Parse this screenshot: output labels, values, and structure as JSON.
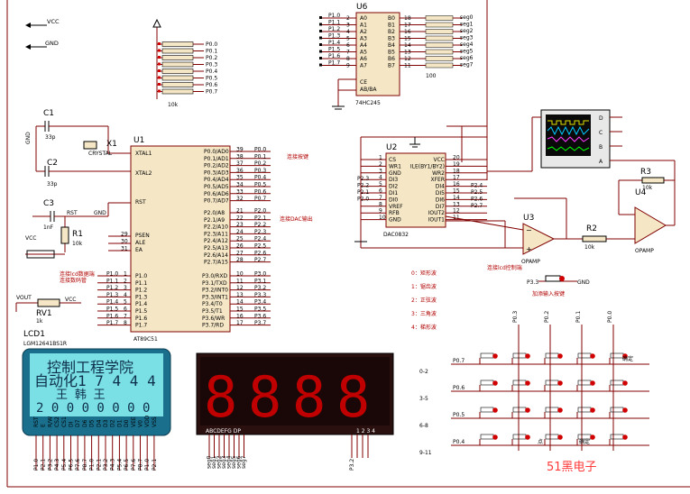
{
  "power": {
    "vcc": "VCC",
    "gnd": "GND"
  },
  "u6": {
    "ref": "U6",
    "part": "74HC245",
    "in_pins": [
      "P1.0",
      "P1.1",
      "P1.2",
      "P1.3",
      "P1.4",
      "P1.5",
      "P1.6",
      "P1.7"
    ],
    "a_labels": [
      "A0",
      "A1",
      "A2",
      "A3",
      "A4",
      "A5",
      "A6",
      "A7"
    ],
    "b_labels": [
      "B0",
      "B1",
      "B2",
      "B3",
      "B4",
      "B5",
      "B6",
      "B7"
    ],
    "ce": "CE",
    "ab": "AB/BA",
    "out_label": "seg",
    "res": "100"
  },
  "respack": {
    "pins": [
      "P0.0",
      "P0.1",
      "P0.2",
      "P0.3",
      "P0.4",
      "P0.5",
      "P0.6",
      "P0.7"
    ],
    "value": "10k"
  },
  "u1": {
    "ref": "U1",
    "part": "AT89C51",
    "xtal1": "XTAL1",
    "xtal2": "XTAL2",
    "rst": "RST",
    "psen": "PSEN",
    "ale": "ALE",
    "ea": "EA",
    "p0": [
      "P0.0/AD0",
      "P0.1/AD1",
      "P0.2/AD2",
      "P0.3/AD3",
      "P0.4/AD4",
      "P0.5/AD5",
      "P0.6/AD6",
      "P0.7/AD7"
    ],
    "p2": [
      "P2.0/A8",
      "P2.1/A9",
      "P2.2/A10",
      "P2.3/A11",
      "P2.4/A12",
      "P2.5/A13",
      "P2.6/A14",
      "P2.7/A15"
    ],
    "p1": [
      "P1.0",
      "P1.1",
      "P1.2",
      "P1.3",
      "P1.4",
      "P1.5",
      "P1.6",
      "P1.7"
    ],
    "p3": [
      "P3.0/RXD",
      "P3.1/TXD",
      "P3.2/INT0",
      "P3.3/INT1",
      "P3.4/T0",
      "P3.5/T1",
      "P3.6/WR",
      "P3.7/RD"
    ],
    "p0_nets": [
      "P0.0",
      "P0.1",
      "P0.2",
      "P0.3",
      "P0.4",
      "P0.5",
      "P0.6",
      "P0.7"
    ],
    "p2_nets": [
      "P2.0",
      "P2.1",
      "P2.2",
      "P2.3",
      "P2.4",
      "P2.5",
      "P2.6",
      "P2.7"
    ],
    "p3_nets": [
      "P3.0",
      "P3.1",
      "P3.2",
      "P3.3",
      "P3.4",
      "P3.5",
      "P3.6",
      "P3.7"
    ]
  },
  "notes": {
    "keys": "连接按键",
    "dac": "连接DAC输出",
    "lcd_data": "连接lcd数据端",
    "lcd_ctrl": "连接数码管",
    "lcd_ctl2": "连接lcd控制端",
    "add_key": "加添输入按键"
  },
  "x1": {
    "ref": "X1",
    "label": "CRYSTAL"
  },
  "c1": {
    "ref": "C1",
    "value": "33p"
  },
  "c2": {
    "ref": "C2",
    "value": "33p"
  },
  "c3": {
    "ref": "C3",
    "value": "1nF"
  },
  "r1": {
    "ref": "R1",
    "value": "10k"
  },
  "rv1": {
    "ref": "RV1",
    "value": "1k",
    "vout": "VOUT"
  },
  "u2": {
    "ref": "U2",
    "part": "DAC0832",
    "left": [
      "CS",
      "WR1",
      "GND",
      "DI3",
      "DI2",
      "DI1",
      "DI0",
      "VREF",
      "RFB",
      "GND"
    ],
    "right": [
      "VCC",
      "ILE(BY1/BY2)",
      "WR2",
      "XFER",
      "DI4",
      "DI5",
      "DI6",
      "DI7",
      "IOUT2",
      "IOUT1"
    ]
  },
  "u3": {
    "ref": "U3",
    "part": "OPAMP"
  },
  "u4": {
    "ref": "U4",
    "part": "OPAMP"
  },
  "r2": {
    "ref": "R2",
    "value": "10k"
  },
  "r3": {
    "ref": "R3",
    "value": "10k"
  },
  "scope": {
    "ch": [
      "A",
      "B",
      "C",
      "D"
    ]
  },
  "waves": {
    "items": [
      "0：矩形波",
      "1：锯齿波",
      "2：正弦波",
      "3：三角波",
      "4：梯形波"
    ],
    "ranges": [
      "0-2",
      "3-5",
      "6-8",
      "9-11"
    ]
  },
  "lcd": {
    "ref": "LCD1",
    "part": "LGM12641BS1R",
    "line1": "控制工程学院",
    "line2": "自动化1 7 4 4 4",
    "line3": "王 韩 王",
    "line4": "2 0 0 0 0 0 0 0"
  },
  "segdisp": {
    "digits": [
      "8",
      "8",
      "8",
      "8"
    ],
    "bottom_left": "ABCDEFG DP",
    "bottom_right": "1 2 3 4"
  },
  "keypad": {
    "rows": [
      "P0.7",
      "P0.6",
      "P0.5",
      "P0.4"
    ],
    "cols": [
      "P0.3",
      "P0.2",
      "P0.1",
      "P0.0"
    ],
    "key_lbl1": "确定",
    "key_lbl2": "确定",
    "key_lbl3": "点",
    "p3": "P3.3",
    "p3b": "P3.2",
    "gnd": "GND"
  },
  "watermark": "51黑电子"
}
